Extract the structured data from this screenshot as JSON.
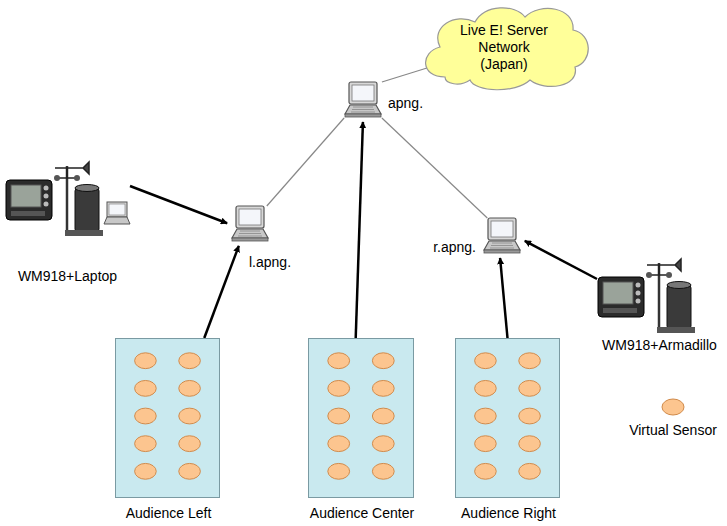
{
  "diagram": {
    "nodes": [
      {
        "text": [
          "Live E! Server Network (Japan)"
        ]
      },
      {
        "text": [
          "apng."
        ]
      },
      {
        "text": [
          "WM918+Laptop"
        ]
      },
      {
        "text": [
          "l.apng."
        ]
      },
      {
        "text": [
          "r.apng."
        ]
      },
      {
        "text": [
          "WM918+Armadillo"
        ]
      },
      {
        "text": [
          "Audience Left"
        ]
      },
      {
        "text": [
          "Audience Center"
        ]
      },
      {
        "text": [
          "Audience Right"
        ]
      }
    ],
    "edges": [
      {
        "from": 1,
        "to": 0,
        "arrow": "none"
      },
      {
        "from": 1,
        "to": 3,
        "arrow": "none"
      },
      {
        "from": 1,
        "to": 4,
        "arrow": "none"
      },
      {
        "from": 2,
        "to": 3,
        "arrow": "to"
      },
      {
        "from": 5,
        "to": 4,
        "arrow": "to"
      },
      {
        "from": 6,
        "to": 3,
        "arrow": "to"
      },
      {
        "from": 7,
        "to": 1,
        "arrow": "to"
      },
      {
        "from": 8,
        "to": 4,
        "arrow": "to"
      }
    ],
    "legend": [
      {
        "text": "Virtual Sensor",
        "color": "#fcc58f"
      }
    ]
  }
}
